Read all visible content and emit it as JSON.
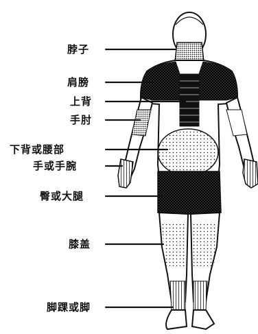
{
  "diagram": {
    "labels": [
      {
        "id": "neck",
        "text": "脖子"
      },
      {
        "id": "shoulder",
        "text": "肩膀"
      },
      {
        "id": "upper-back",
        "text": "上背"
      },
      {
        "id": "elbow",
        "text": "手肘"
      },
      {
        "id": "lower-back",
        "text": "下背或腰部"
      },
      {
        "id": "hand-wrist",
        "text": "手或手腕"
      },
      {
        "id": "hip-thigh",
        "text": "臀或大腿"
      },
      {
        "id": "knee",
        "text": "膝盖"
      },
      {
        "id": "ankle-foot",
        "text": "脚踝或脚"
      }
    ]
  },
  "colors": {
    "ink": "#111111",
    "paper": "#ffffff"
  }
}
